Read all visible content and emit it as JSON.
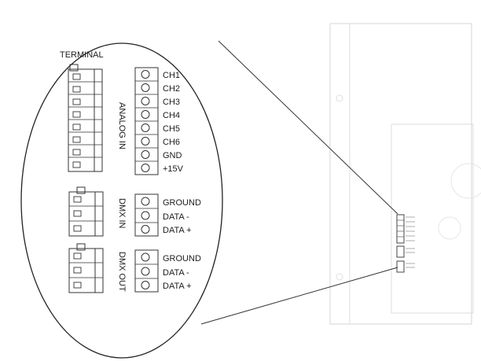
{
  "title": "TERMINAL",
  "blocks": [
    {
      "id": "analog",
      "name": "ANALOG IN",
      "pins": [
        "CH1",
        "CH2",
        "CH3",
        "CH4",
        "CH5",
        "CH6",
        "GND",
        "+15V"
      ]
    },
    {
      "id": "dmx-in",
      "name": "DMX IN",
      "pins": [
        "GROUND",
        "DATA -",
        "DATA +"
      ]
    },
    {
      "id": "dmx-out",
      "name": "DMX OUT",
      "pins": [
        "GROUND",
        "DATA -",
        "DATA +"
      ]
    }
  ]
}
